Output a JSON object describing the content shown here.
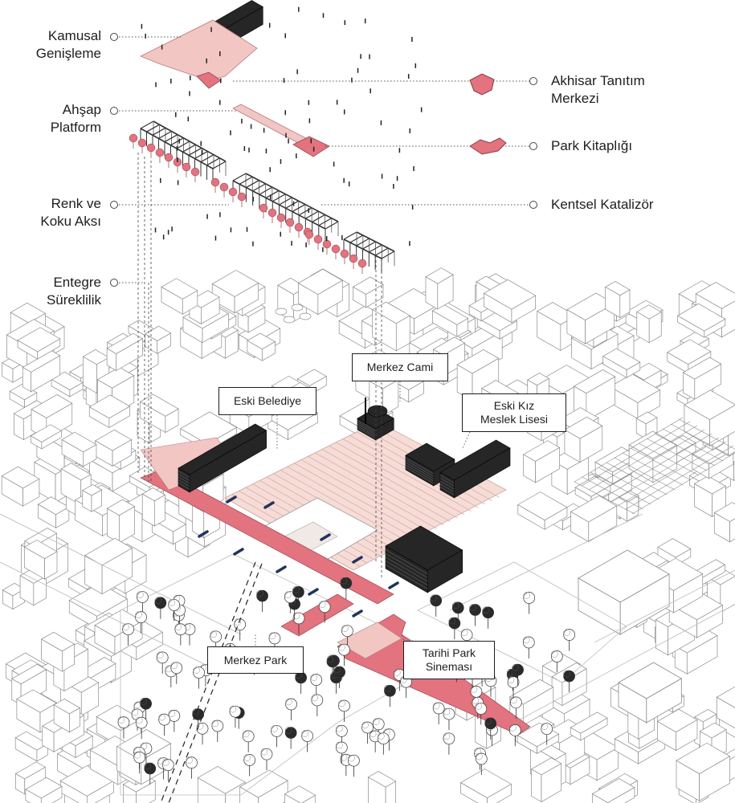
{
  "layer_labels_left": [
    {
      "id": "kamusal",
      "text": "Kamusal\nGenişleme"
    },
    {
      "id": "ahsap",
      "text": "Ahşap\nPlatform"
    },
    {
      "id": "renk",
      "text": "Renk ve\nKoku Aksı"
    },
    {
      "id": "entegre",
      "text": "Entegre\nSüreklilik"
    }
  ],
  "layer_labels_right": [
    {
      "id": "akhisar",
      "text": "Akhisar Tanıtım\nMerkezi"
    },
    {
      "id": "kitaplik",
      "text": "Park Kitaplığı"
    },
    {
      "id": "katalizor",
      "text": "Kentsel Katalizör"
    }
  ],
  "building_labels": [
    {
      "id": "merkez-cami",
      "text": "Merkez Cami"
    },
    {
      "id": "eski-belediye",
      "text": "Eski Belediye"
    },
    {
      "id": "eski-kiz",
      "text": "Eski Kız\nMeslek Lisesi"
    },
    {
      "id": "merkez-park",
      "text": "Merkez Park"
    },
    {
      "id": "tarihi-park",
      "text": "Tarihi Park\nSineması"
    }
  ],
  "colors": {
    "accent_pink": "#e2737f",
    "light_pink": "#f2c6c3",
    "plaza_pink": "#f6dcd6",
    "building_dark": "#262626",
    "line_gray": "#8c8c8c",
    "text": "#1e1e1e",
    "bench_navy": "#22335c"
  }
}
